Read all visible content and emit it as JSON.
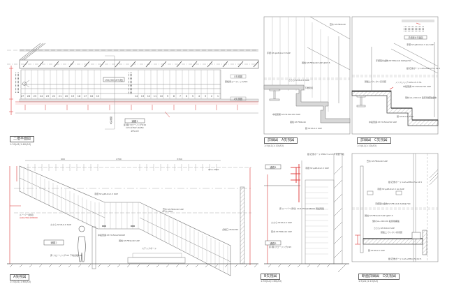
{
  "drawings": [
    {
      "id": "plan",
      "title": "二階平面図",
      "scale": "1:30(A1)1:60(A3)"
    },
    {
      "id": "detail-a",
      "title": "詳細図　A矢視図",
      "scale": "1:5(A1)1:10(A3)"
    },
    {
      "id": "detail-c",
      "title": "詳細図　C矢視図",
      "scale": "1:5(A1)1:10(A3)"
    },
    {
      "id": "elev-a",
      "title": "A矢視図",
      "scale": "1:30(A1)1:60(A3)"
    },
    {
      "id": "elev-b",
      "title": "B矢視図",
      "scale": "1:30(A1)1:60(A3)"
    },
    {
      "id": "section-d",
      "title": "断面詳細図　D矢視図",
      "scale": "1:5(A1)1:10(A3)"
    }
  ],
  "plan": {
    "label_center": "150(300)ST(段)",
    "room_label": "通路1",
    "room_sub": [
      "床:鋼(フローリング)t15",
      "CH=2350〜6050",
      "2FL±0"
    ],
    "arrow_labels": [
      "C矢視図",
      "A矢視図",
      "B矢視図"
    ],
    "note": "踏板用コードレッスPL6",
    "step_numbers": [
      "27",
      "26",
      "25",
      "24",
      "23",
      "22",
      "21",
      "20",
      "19",
      "18",
      "17",
      "16",
      "15",
      "14",
      "13",
      "12",
      "11",
      "10",
      "9",
      "8",
      "7",
      "6",
      "5",
      "4",
      "3",
      "2",
      "1"
    ]
  },
  "detail_a": {
    "labels": [
      "笠木:ST-FB6x40",
      "手摺:ST-φ48.6x2.3 SOP",
      "親柱:ST-FB9x40 SOP @87.5",
      "ささら:ST-PL6.0 SOP",
      "下端見切",
      "中段受梁:ST-H150x150 SOP",
      "親柱:ST-FB6x40",
      "踏:ST-PL9.0 SOP"
    ]
  },
  "detail_c": {
    "labels": [
      "手摺部分平面図",
      "手摺:ST-φ48.6x2.3 LG SOP",
      "手摺取付金物:ST-FB12x6 SOP@700",
      "壁:石膏ボード LGS+PB12.5+12.5",
      "踏板上:ウレタン系塗装",
      "ノンスリップ:SUS-15.3 HL",
      "中段受梁:ST-H150x150 SOP",
      "踏:ST-PL9.0 SOP",
      "受材:AL-L50x15 段床用補強金物"
    ]
  },
  "elev_a": {
    "room_label": "通路2",
    "labels": [
      "手摺:ST-φ48.6x2.3 SOP",
      "笠木:ST-FB6x40 SOP",
      "ささら:ST-PL9.0 SOP",
      "中段受梁:ST-H150x150SOP",
      "親柱:ST-FB9x40 SOP",
      "ステップボード",
      "ルーバー(見切)",
      "床:フローリングt15 下地合板t12",
      "点検口:450x450"
    ],
    "dim_top": [
      "900",
      "2700",
      "3150"
    ],
    "level_marks": [
      "2FL+3350",
      "2FL±0",
      "1FL+2550"
    ],
    "red_labels": [
      "ALR-250x158000",
      "2FL-2550"
    ]
  },
  "elev_b": {
    "room_labels": [
      "通路1",
      "通路2"
    ],
    "labels": [
      "壁:石膏ボード PB12.5+12.5 塗装下地",
      "手摺:ST-φ48.6x2.3 SOP",
      "ささら:ST-PL9.0 SOP",
      "笠木:ST-FB6x40 SOP",
      "床:鋼(フローリング)t15",
      "床:ルーバー(見切) ALR-250x158000 既設既製"
    ],
    "red_labels": [
      "270",
      "1620"
    ]
  },
  "section_d": {
    "labels": [
      "笠木:ST-FB6x40 SOP",
      "壁:石膏ボード LGS+PB12.5+12.5",
      "手摺:ST-φ48.6x2.3 LG SOP",
      "手摺取付金物:ST-FB12x6 SOP@700",
      "親柱:ST-FB9x40 SOP @87.5",
      "受材:AL-L50x30 段床用補強",
      "ささら:ST-PL6.0 SOP",
      "踏板上:ウレタン系塗装",
      "踏:ST-PL9.0 SOP",
      "壁:石膏ボード LGS+PB12.5x12.5"
    ]
  },
  "colors": {
    "line": "#777777",
    "dim_red": "#dd3333",
    "hatch": "#999999",
    "fill_gray": "#d8d8d8"
  }
}
